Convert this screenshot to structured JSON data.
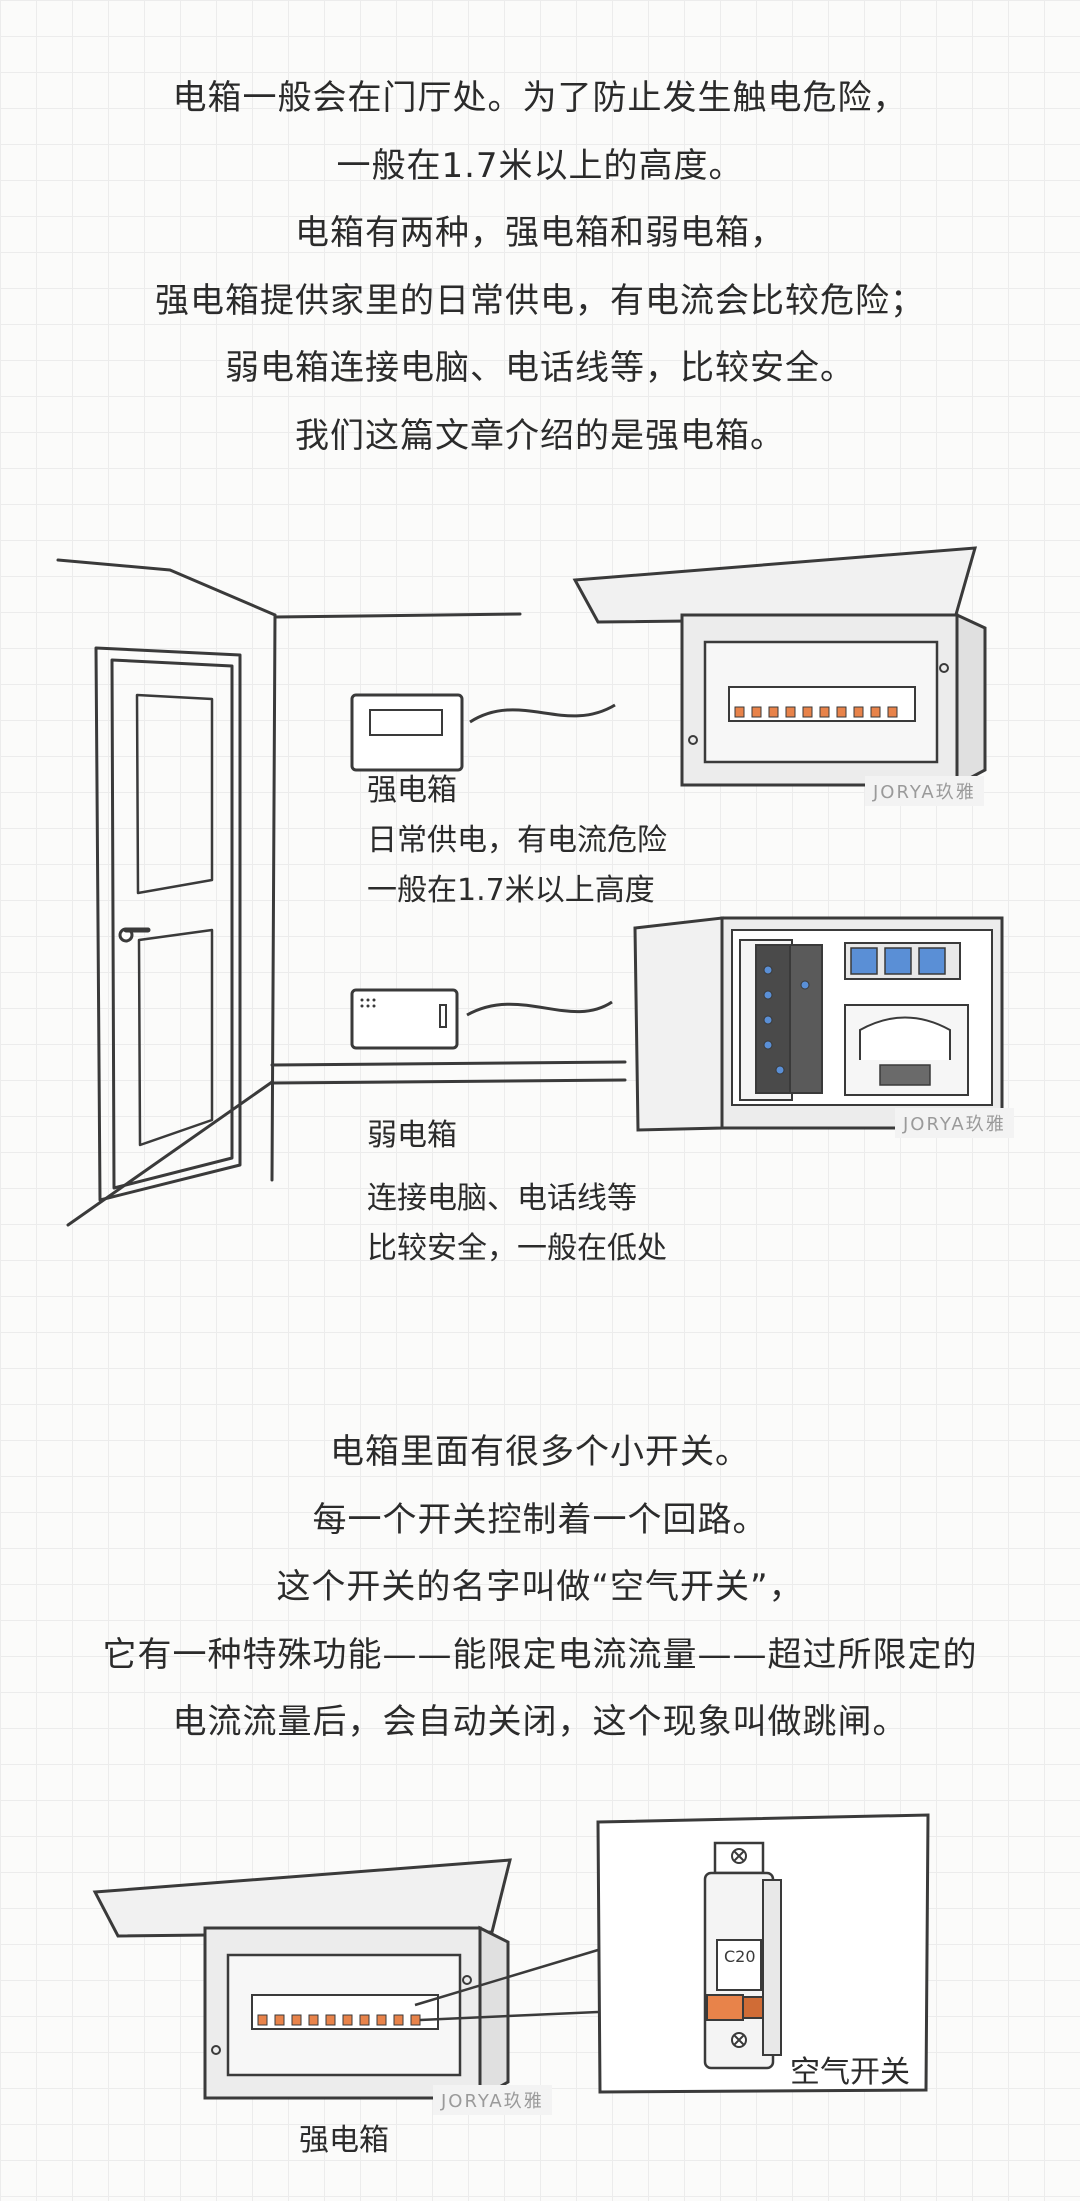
{
  "intro": {
    "lines": [
      "电箱一般会在门厅处。为了防止发生触电危险，",
      "一般在1.7米以上的高度。",
      "电箱有两种，强电箱和弱电箱，",
      "强电箱提供家里的日常供电，有电流会比较危险；",
      "弱电箱连接电脑、电话线等，比较安全。",
      "我们这篇文章介绍的是强电箱。"
    ]
  },
  "illustration1": {
    "strong_box": {
      "title": "强电箱",
      "desc_1": "日常供电，有电流危险",
      "desc_2": "一般在1.7米以上高度"
    },
    "weak_box": {
      "title": "弱电箱",
      "desc_1": "连接电脑、电话线等",
      "desc_2": "比较安全，一般在低处"
    },
    "watermark": "JORYA玖雅"
  },
  "section2": {
    "lines": [
      "电箱里面有很多个小开关。",
      "每一个开关控制着一个回路。",
      "这个开关的名字叫做“空气开关”，",
      "它有一种特殊功能——能限定电流流量——超过所限定的",
      "电流流量后，会自动关闭，这个现象叫做跳闸。"
    ]
  },
  "illustration2": {
    "box_label": "强电箱",
    "switch_label": "空气开关",
    "switch_rating": "C20",
    "watermark": "JORYA玖雅"
  },
  "colors": {
    "text": "#2b2b2b",
    "line": "#3a3a3a",
    "breaker_orange": "#e8834a",
    "socket_blue": "#5a8fd6",
    "panel_gray": "#e6e6e6"
  }
}
